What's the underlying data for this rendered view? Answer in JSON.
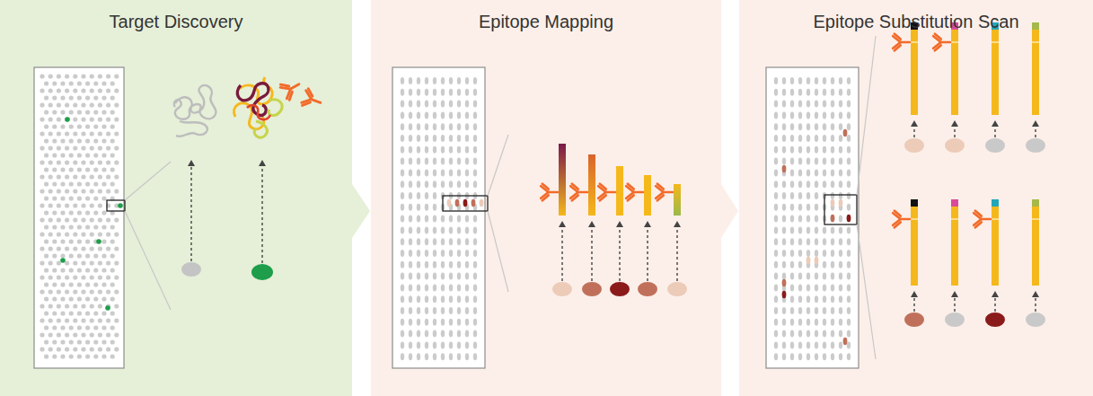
{
  "diagram": {
    "nodes": [
      {
        "text": [
          "Target Discovery"
        ]
      },
      {
        "text": [
          "Epitope Mapping"
        ]
      },
      {
        "text": [
          "Epitope Substitution Scan"
        ]
      }
    ]
  }
}
